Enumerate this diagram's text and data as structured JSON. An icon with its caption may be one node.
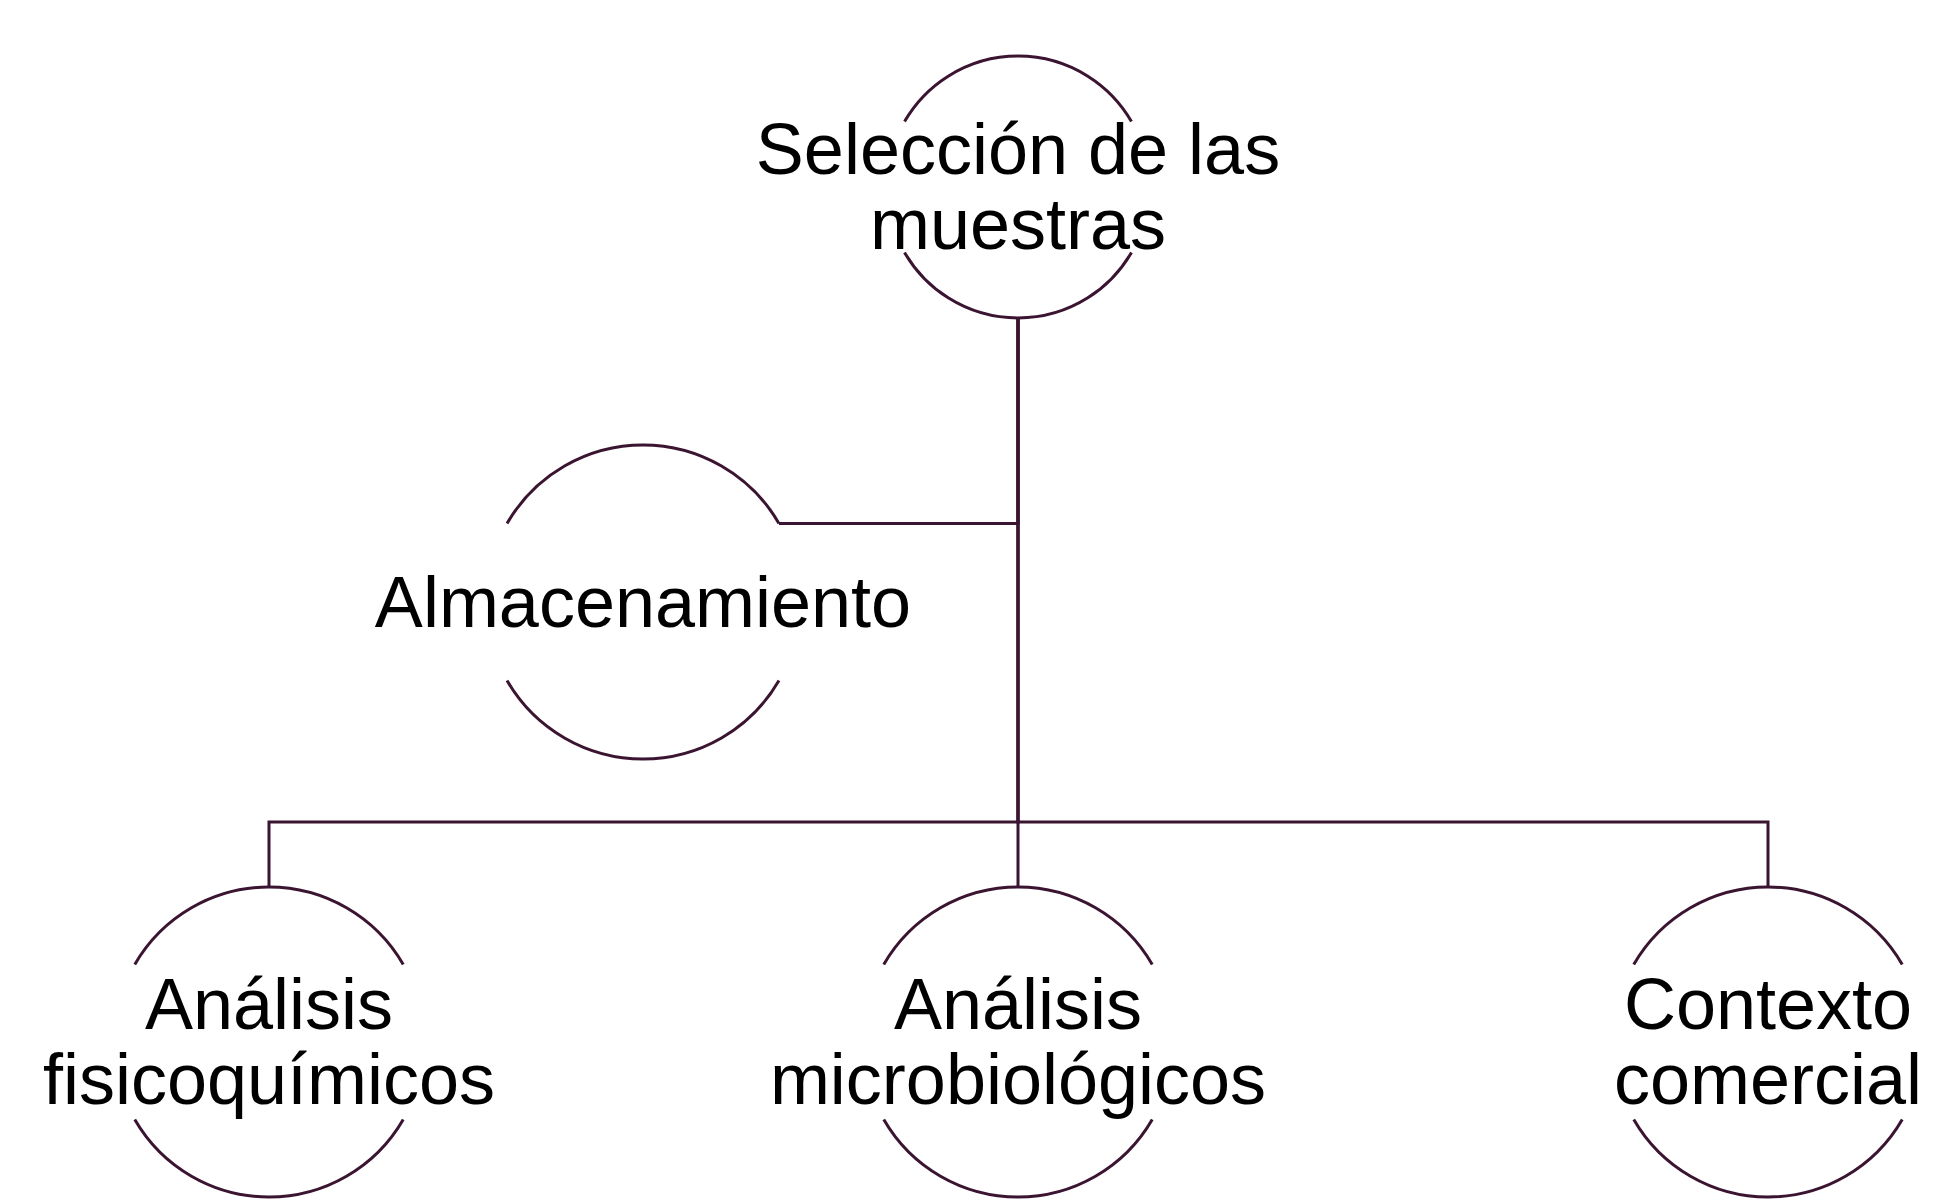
{
  "diagram": {
    "nodes": [
      {
        "text": [
          "Selección de las muestras"
        ]
      },
      {
        "text": [
          "Almacenamiento"
        ]
      },
      {
        "text": [
          "Análisis fisicoquímicos"
        ]
      },
      {
        "text": [
          "Análisis microbiológicos"
        ]
      },
      {
        "text": [
          "Contexto comercial"
        ]
      }
    ],
    "edges": [
      {
        "from": 0,
        "to": 1,
        "arrow": "none"
      },
      {
        "from": 0,
        "to": 2,
        "arrow": "none"
      },
      {
        "from": 0,
        "to": 3,
        "arrow": "none"
      },
      {
        "from": 0,
        "to": 4,
        "arrow": "none"
      }
    ]
  }
}
